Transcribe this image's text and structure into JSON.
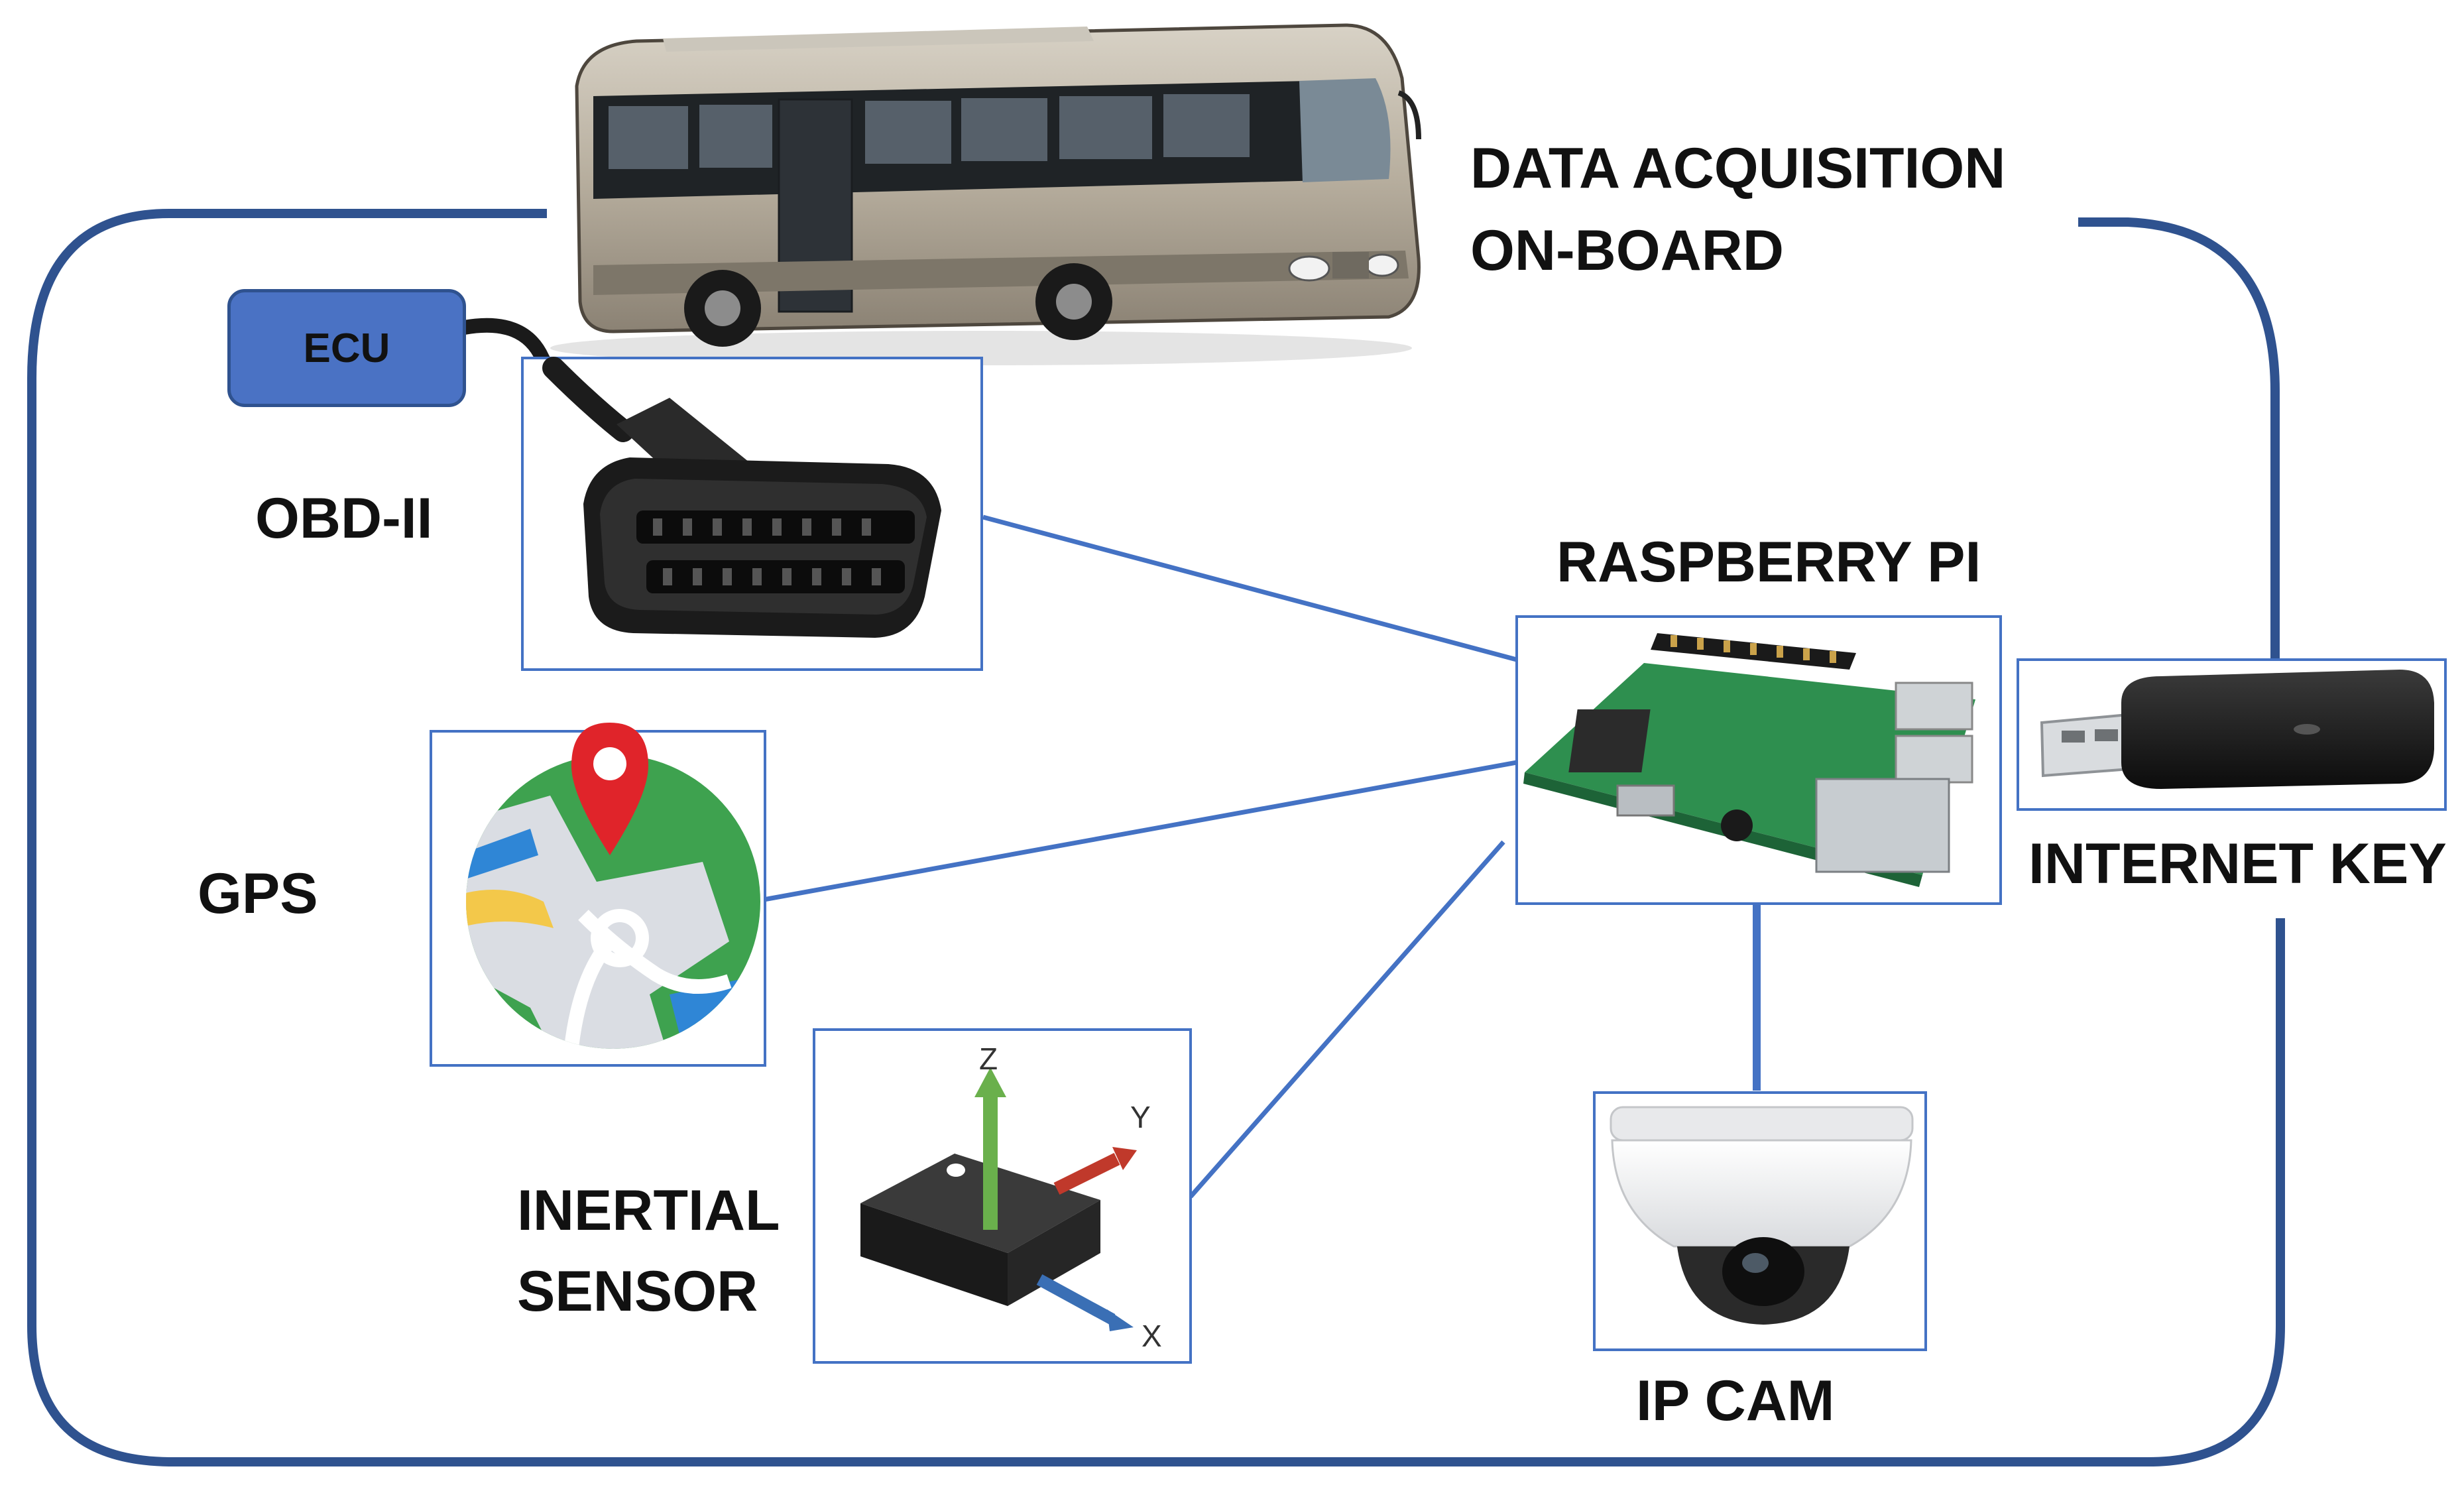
{
  "title": {
    "line1": "DATA ACQUISITION",
    "line2": "ON-BOARD"
  },
  "components": {
    "ecu": "ECU",
    "obd": "OBD-II",
    "gps": "GPS",
    "inertial_line1": "INERTIAL",
    "inertial_line2": "SENSOR",
    "raspberry": "RASPBERRY PI",
    "internet_key": "INTERNET KEY",
    "ip_cam": "IP CAM"
  },
  "sensor_axes": {
    "z": "Z",
    "y": "Y",
    "x": "X"
  },
  "colors": {
    "frame": "#2f528f",
    "connector": "#4472c4",
    "ecu_fill": "#4a72c4",
    "gps_pin": "#e0242a",
    "gps_land": "#3ea24f",
    "gps_water": "#2f86d6",
    "axis_z": "#6ab04c",
    "axis_y": "#c0392b",
    "axis_x": "#3a6fb5"
  },
  "icons": [
    "bus-photo",
    "obd-connector-photo",
    "gps-map-icon",
    "inertial-sensor-icon",
    "raspberry-pi-photo",
    "usb-modem-photo",
    "dome-camera-photo"
  ]
}
